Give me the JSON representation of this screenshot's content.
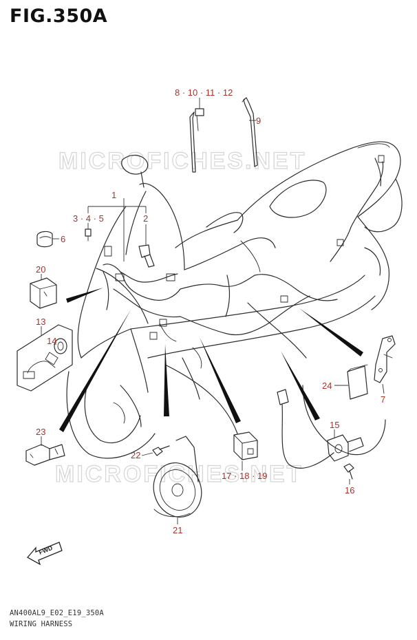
{
  "figure": {
    "title": "FIG.350A"
  },
  "footer": {
    "code": "AN400AL9_E02_E19_350A",
    "name": "WIRING HARNESS"
  },
  "watermark": {
    "text": "MICROFICHES.NET"
  },
  "fwd_label": "FWD",
  "callouts": {
    "c1": "1",
    "c2": "2",
    "c345": "3 · 4 · 5",
    "c6": "6",
    "c7": "7",
    "c8": "8 · 10 · 11 · 12",
    "c9": "9",
    "c13": "13",
    "c14": "14",
    "c15": "15",
    "c16": "16",
    "c17": "17 · 18 · 19",
    "c20": "20",
    "c21": "21",
    "c22": "22",
    "c23": "23",
    "c24": "24"
  },
  "colors": {
    "callout": "#a8322a",
    "line": "#2a2a2a",
    "watermark": "#d4d4d4"
  }
}
